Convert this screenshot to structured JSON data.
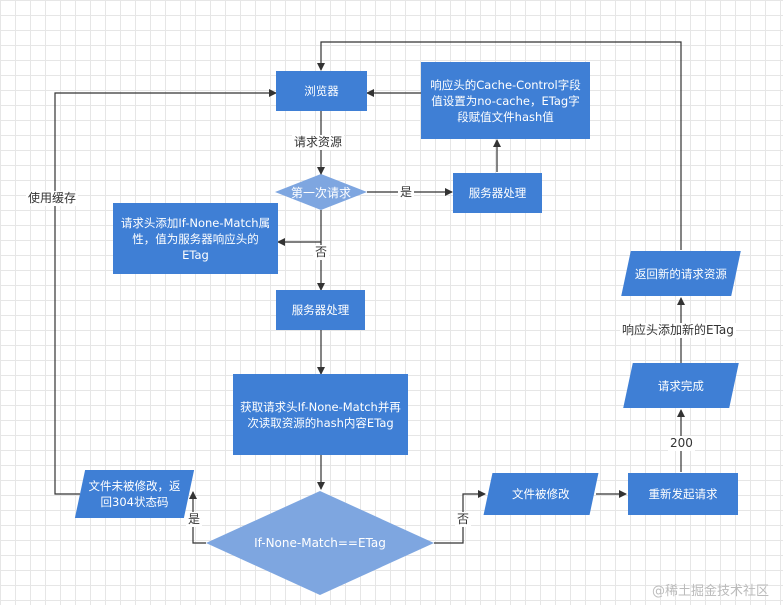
{
  "nodes": {
    "browser": "浏览器",
    "response_no_cache": "响应头的Cache-Control字段值设置为no-cache，ETag字段赋值文件hash值",
    "first_request": "第一次请求",
    "server_process_1": "服务器处理",
    "set_if_none_match": "请求头添加If-None-Match属性，值为服务器响应头的ETag",
    "server_process_2": "服务器处理",
    "read_and_compare": "获取请求头If-None-Match并再次读取资源的hash内容ETag",
    "compare_decision": "If-None-Match==ETag",
    "not_modified": "文件未被修改，返回304状态码",
    "modified": "文件被修改",
    "resend_request": "重新发起请求",
    "request_done": "请求完成",
    "return_new_resource": "返回新的请求资源"
  },
  "edge_labels": {
    "request_resource": "请求资源",
    "yes_first": "是",
    "no_first": "否",
    "use_cache": "使用缓存",
    "yes_compare": "是",
    "no_compare": "否",
    "status_200": "200",
    "add_new_etag": "响应头添加新的ETag"
  },
  "colors": {
    "node_fill": "#3f7fd5",
    "diamond_fill": "#7ea6e0",
    "edge": "#333333"
  },
  "watermark": "@稀土掘金技术社区"
}
